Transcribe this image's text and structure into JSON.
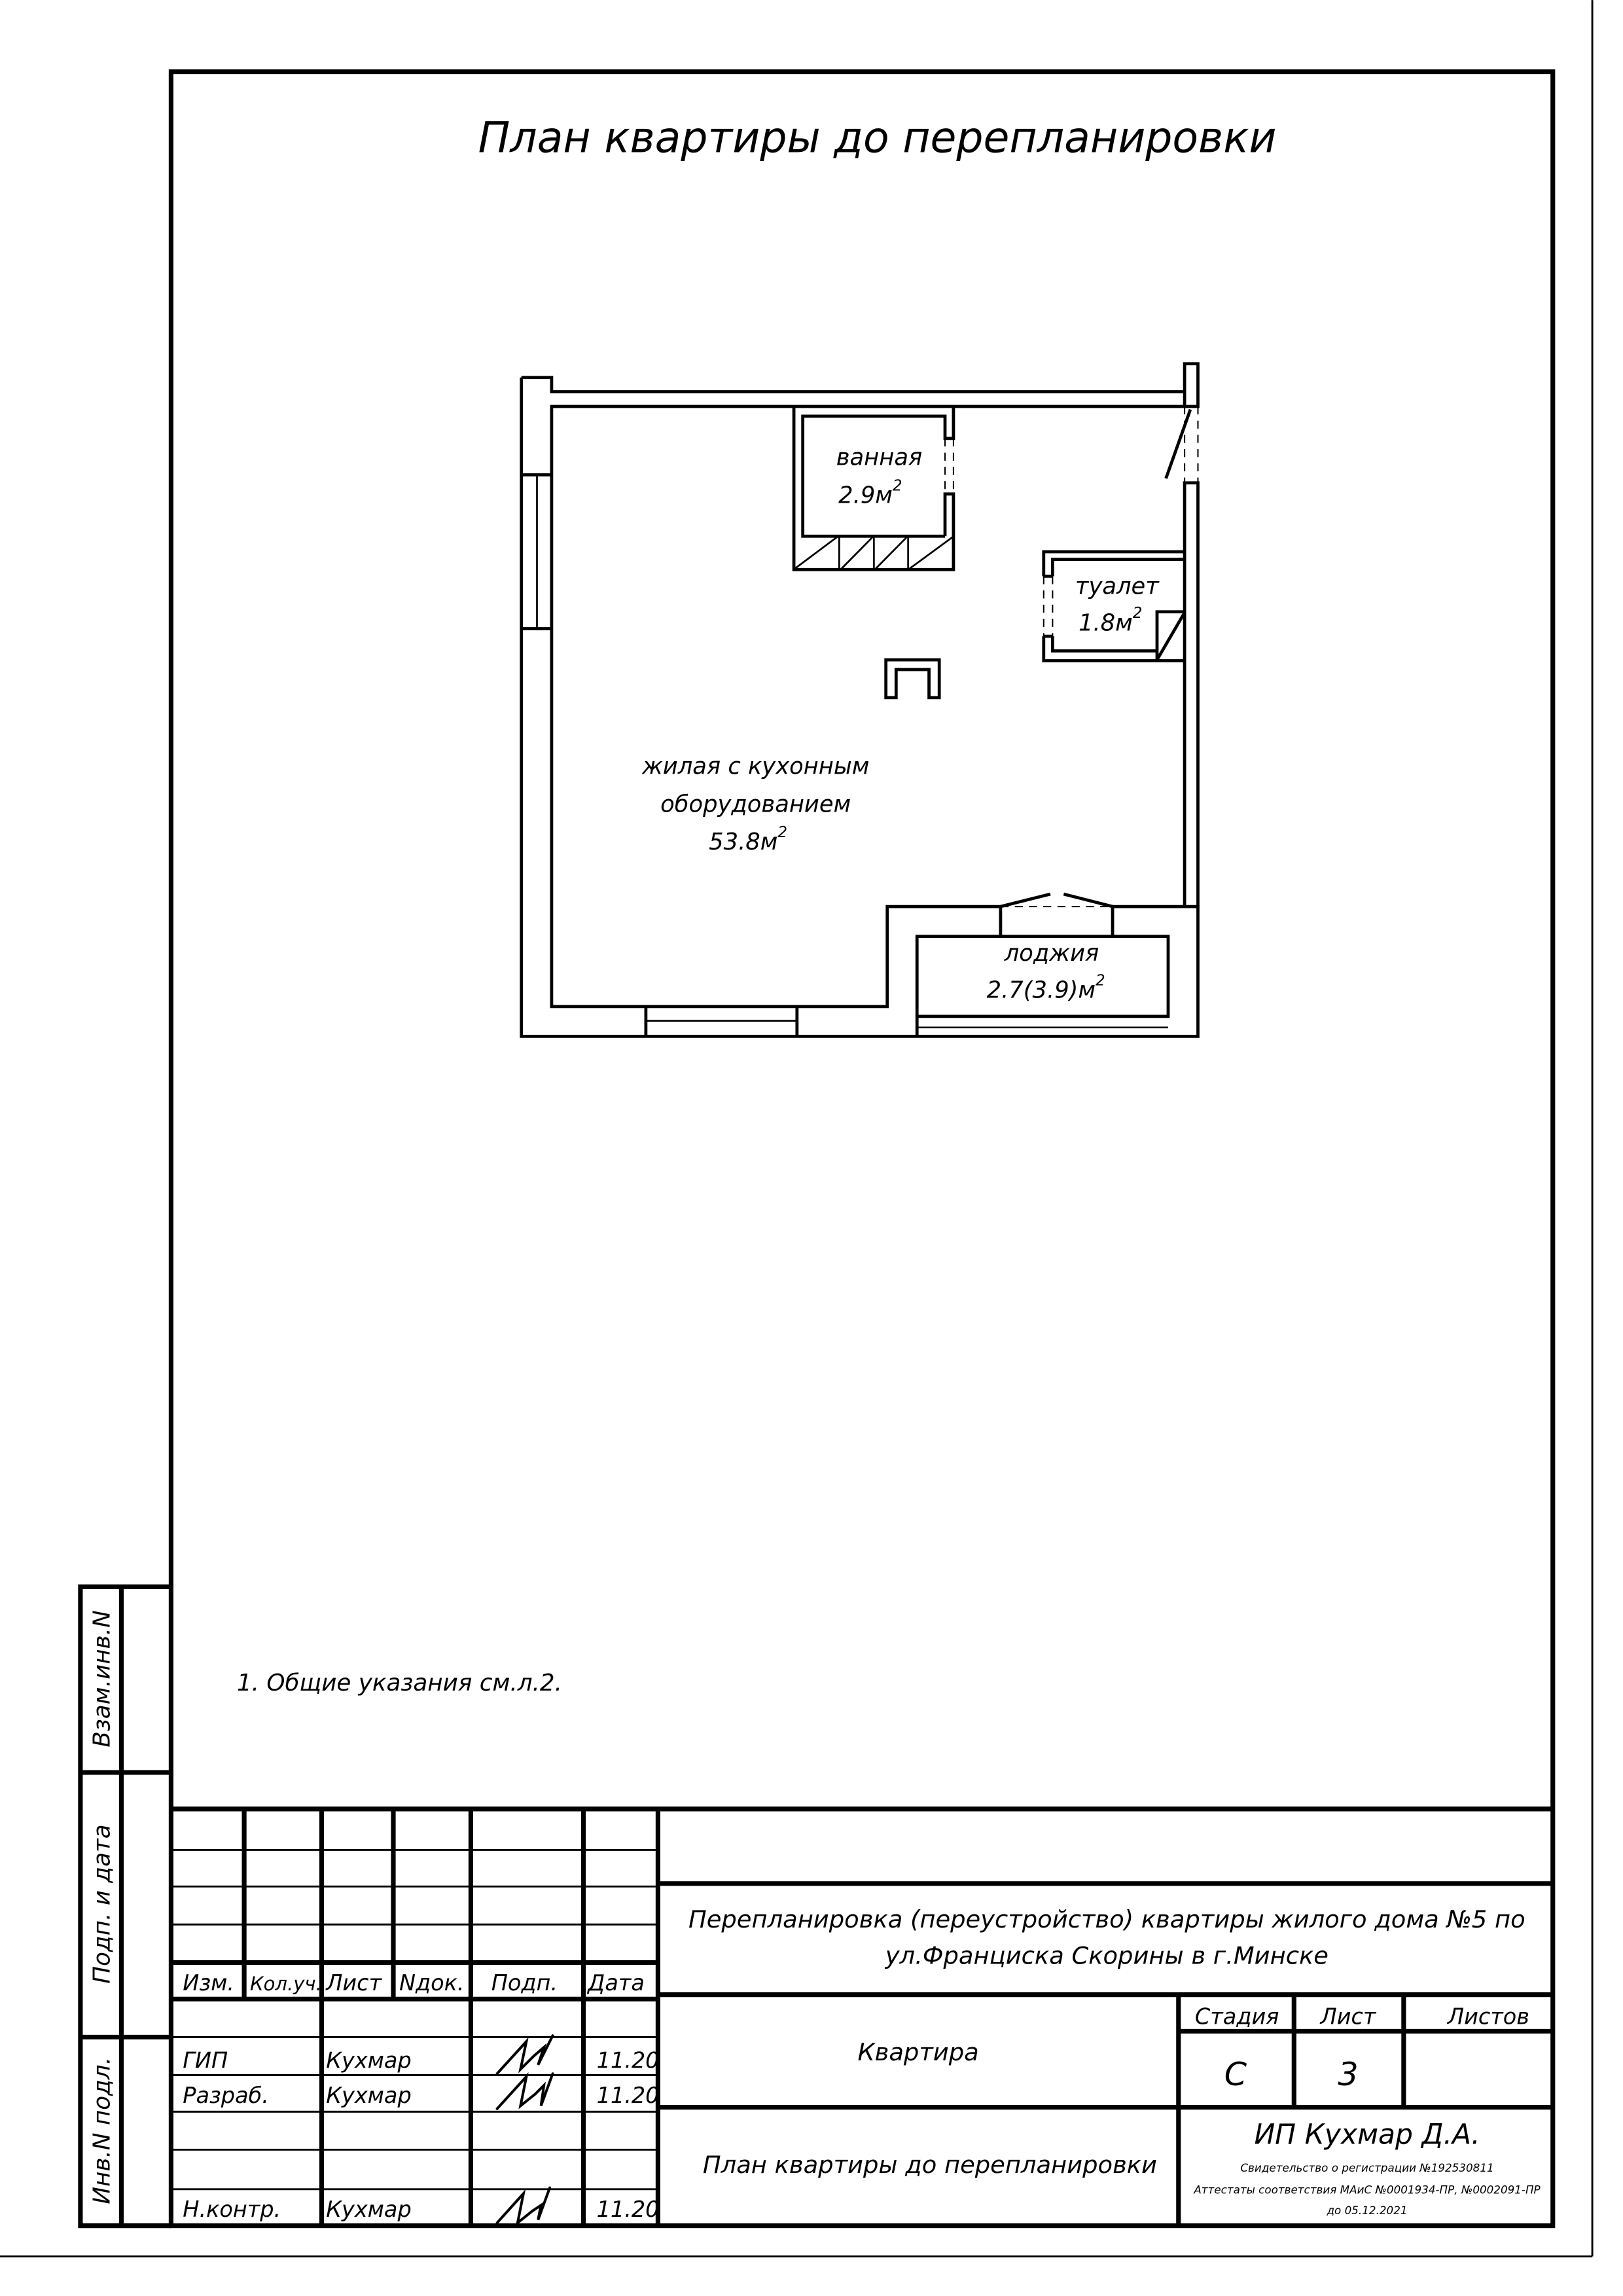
{
  "sheet": {
    "title": "План квартиры до перепланировки",
    "note": "1. Общие указания см.л.2."
  },
  "plan": {
    "rooms": [
      {
        "name": "ванная",
        "area": "2.9м",
        "sup": "2"
      },
      {
        "name": "туалет",
        "area": "1.8м",
        "sup": "2"
      },
      {
        "name_line1": "жилая с кухонным",
        "name_line2": "оборудованием",
        "area": "53.8м",
        "sup": "2"
      },
      {
        "name": "лоджия",
        "area": "2.7(3.9)м",
        "sup": "2"
      }
    ]
  },
  "side_strip": {
    "labels": [
      "Взам.инв.N",
      "Подп. и дата",
      "Инв.N подл."
    ]
  },
  "title_block": {
    "headers": [
      "Изм.",
      "Кол.уч.",
      "Лист",
      "Nдок.",
      "Подп.",
      "Дата"
    ],
    "rows": [
      {
        "role": "ГИП",
        "name": "Кухмар",
        "date": "11.20"
      },
      {
        "role": "Разраб.",
        "name": "Кухмар",
        "date": "11.20"
      },
      {
        "role": "Н.контр.",
        "name": "Кухмар",
        "date": "11.20"
      }
    ],
    "project_line1": "Перепланировка (переустройство) квартиры  жилого дома №5 по",
    "project_line2": "ул.Франциска Скорины в г.Минске",
    "object": "Квартира",
    "sheet_name": "План квартиры до перепланировки",
    "stage_label": "Стадия",
    "sheet_label": "Лист",
    "sheets_label": "Листов",
    "stage": "С",
    "sheet": "3",
    "sheets": "",
    "company": "ИП Кухмар Д.А.",
    "cert1": "Свидетельство о регистрации №192530811",
    "cert2": "Аттестаты соответствия МАиС №0001934-ПР, №0002091-ПР",
    "cert3": "до 05.12.2021"
  }
}
